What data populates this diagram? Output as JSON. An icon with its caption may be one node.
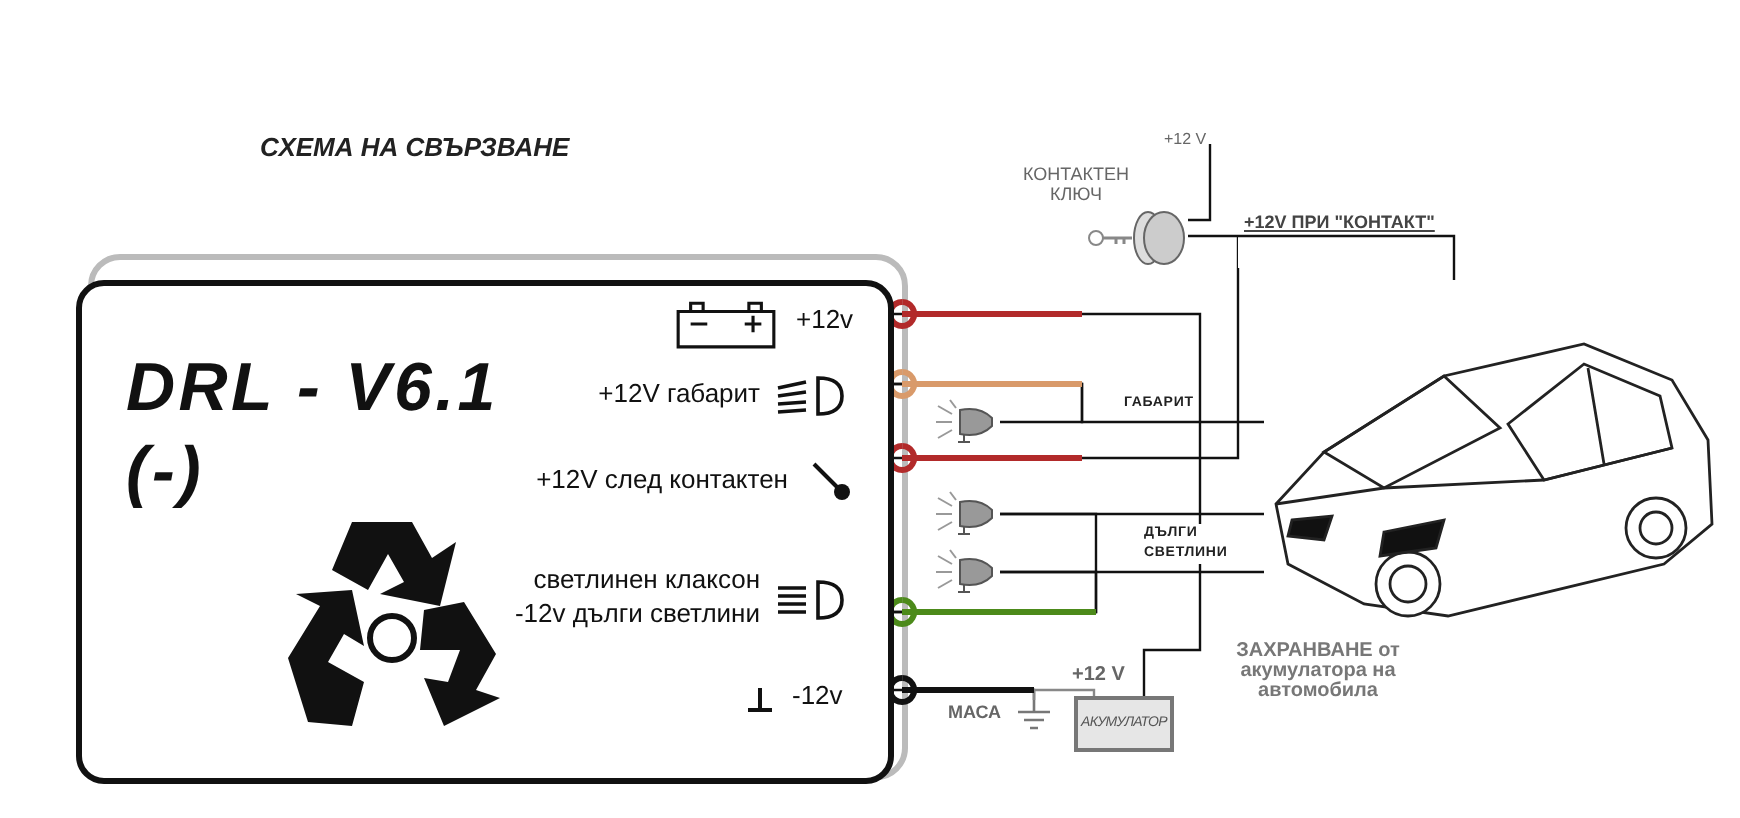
{
  "diagram": {
    "title": "СХЕМА НА СВЪРЗВАНЕ",
    "nodes": [
      {
        "text": [
          "DRL - V6.1 (-)"
        ]
      },
      {
        "text": [
          "КОНТАКТЕН КЛЮЧ"
        ]
      },
      {
        "text": [],
        "shape": "picture"
      },
      {
        "text": [],
        "shape": "picture"
      },
      {
        "text": [],
        "shape": "picture"
      },
      {
        "text": [],
        "shape": "picture"
      },
      {
        "text": [],
        "shape": "picture",
        "beside": [
          "МАСА"
        ]
      },
      {
        "text": [
          "АКУМУЛАТОР"
        ],
        "beside": [
          "+12 V"
        ]
      }
    ],
    "edges": [
      {
        "from": 0,
        "to": 7,
        "arrow": "none"
      },
      {
        "from": 1,
        "to": 0,
        "arrow": "none"
      },
      {
        "from": 1,
        "to": 5,
        "arrow": "none",
        "label": "+12V ПРИ \"КОНТАКТ\""
      },
      {
        "from": 0,
        "to": 2,
        "arrow": "none"
      },
      {
        "from": 0,
        "to": 5,
        "arrow": "none",
        "label": "ГАБАРИТ"
      },
      {
        "from": 0,
        "to": 3,
        "arrow": "none"
      },
      {
        "from": 0,
        "to": 4,
        "arrow": "none"
      },
      {
        "from": 3,
        "to": 5,
        "arrow": "none",
        "label": "ДЪЛГИ СВЕТЛИНИ"
      },
      {
        "from": 4,
        "to": 5,
        "arrow": "none"
      },
      {
        "from": 0,
        "to": 6,
        "arrow": "none"
      },
      {
        "from": 6,
        "to": 7,
        "arrow": "none",
        "color": "#888888"
      },
      {
        "from": null,
        "to": 1,
        "arrow": "none",
        "label": "+12 V"
      }
    ],
    "labels": [
      "+12v",
      "+12V габарит",
      "+12V след контактен",
      "светлинен клаксон",
      "-12v дълги светлини",
      "-12v",
      "ЗАХРАНВАНЕ от акумулатора на автомобила"
    ]
  }
}
